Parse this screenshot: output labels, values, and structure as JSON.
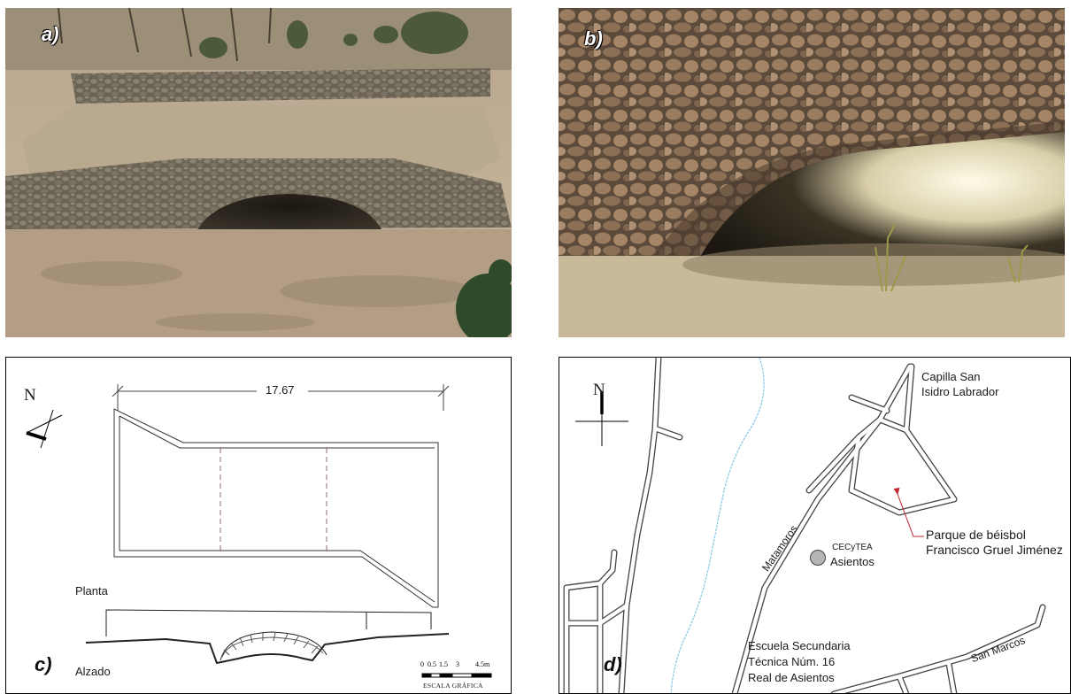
{
  "panels": {
    "a": {
      "label": "a)"
    },
    "b": {
      "label": "b)"
    },
    "c": {
      "label": "c)",
      "north": "N",
      "dimension": "17.67",
      "plan_label": "Planta",
      "elevation_label": "Alzado",
      "scale_ticks": [
        "0",
        "0.5",
        "1.5",
        "3",
        "4.5m"
      ],
      "scale_title": "ESCALA GRÁFICA"
    },
    "d": {
      "label": "d)",
      "north": "N",
      "places": {
        "chapel_line1": "Capilla San",
        "chapel_line2": "Isidro Labrador",
        "park_line1": "Parque de béisbol",
        "park_line2": "Francisco Gruel Jiménez",
        "cecytea_line1": "CECyTEA",
        "cecytea_line2": "Asientos",
        "school_line1": "Escuela Secundaria",
        "school_line2": "Técnica Núm. 16",
        "school_line3": "Real de Asientos"
      },
      "streets": {
        "matamoros": "Matamoros",
        "san_marcos": "San Marcos"
      }
    }
  },
  "colors": {
    "label_fill": "#ffffff",
    "label_stroke": "#111111",
    "river": "#8ecae6",
    "cecytea_marker": "#b5b5b5"
  }
}
